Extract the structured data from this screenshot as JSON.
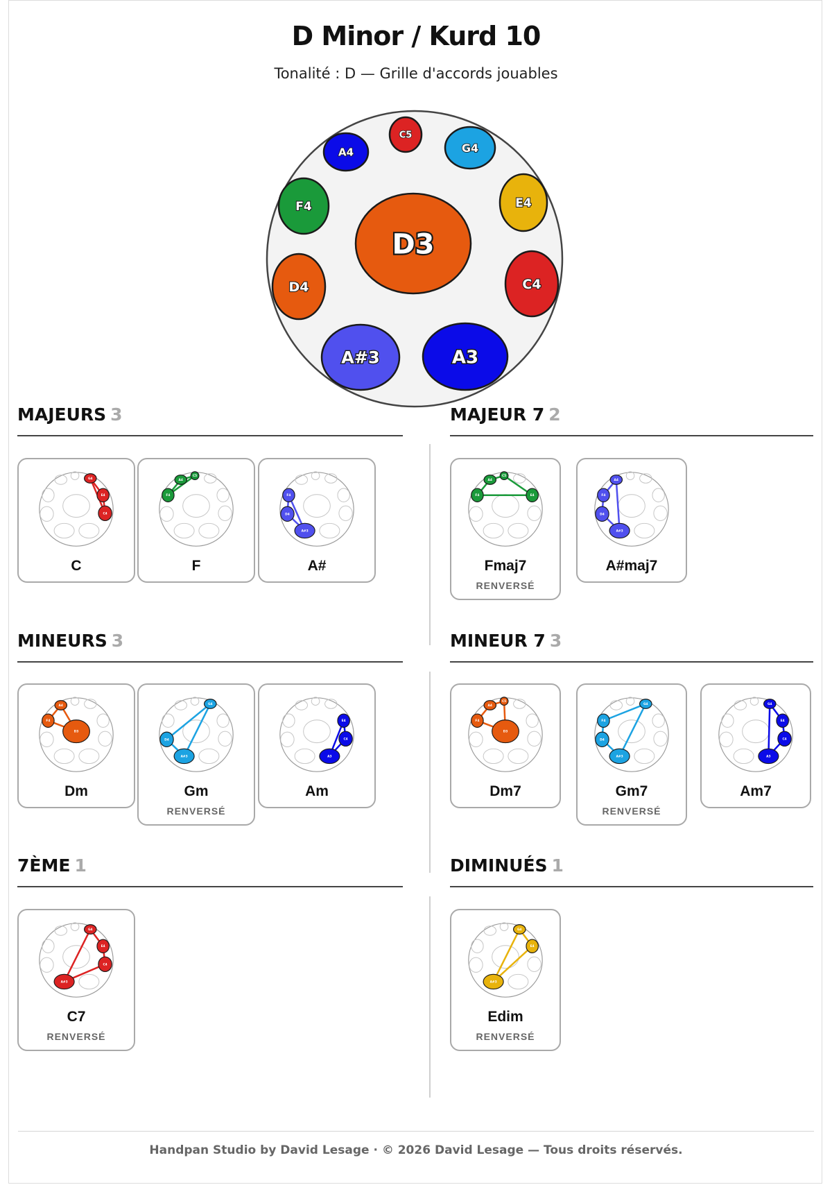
{
  "header": {
    "title": "D Minor / Kurd 10",
    "subtitle": "Tonalité : D — Grille d'accords jouables"
  },
  "instrument": {
    "notes": [
      {
        "id": "D3",
        "label": "D3",
        "color": "#e65a0f"
      },
      {
        "id": "A3",
        "label": "A3",
        "color": "#0b0be8"
      },
      {
        "id": "A#3",
        "label": "A#3",
        "color": "#5050ee"
      },
      {
        "id": "C4",
        "label": "C4",
        "color": "#dc2323"
      },
      {
        "id": "D4",
        "label": "D4",
        "color": "#e65a0f"
      },
      {
        "id": "E4",
        "label": "E4",
        "color": "#e8b30c"
      },
      {
        "id": "F4",
        "label": "F4",
        "color": "#1a9a3a"
      },
      {
        "id": "G4",
        "label": "G4",
        "color": "#1ca3e2"
      },
      {
        "id": "A4",
        "label": "A4",
        "color": "#0b0be8"
      },
      {
        "id": "C5",
        "label": "C5",
        "color": "#dc2323"
      }
    ]
  },
  "sections": [
    {
      "key": "majeurs",
      "title": "MAJEURS",
      "count": "3",
      "chords": [
        {
          "name": "C",
          "inverted": false,
          "notes": [
            "G4",
            "E4",
            "C4"
          ],
          "color": "#dc2323"
        },
        {
          "name": "F",
          "inverted": false,
          "notes": [
            "C5",
            "A4",
            "F4"
          ],
          "color": "#1a9a3a"
        },
        {
          "name": "A#",
          "inverted": false,
          "notes": [
            "F4",
            "D4",
            "A#3"
          ],
          "color": "#5050ee"
        }
      ]
    },
    {
      "key": "majeur7",
      "title": "MAJEUR 7",
      "count": "2",
      "chords": [
        {
          "name": "Fmaj7",
          "inverted": true,
          "notes": [
            "A4",
            "C5",
            "E4",
            "F4"
          ],
          "color": "#1a9a3a"
        },
        {
          "name": "A#maj7",
          "inverted": false,
          "notes": [
            "A4",
            "F4",
            "D4",
            "A#3"
          ],
          "color": "#5050ee"
        }
      ]
    },
    {
      "key": "mineurs",
      "title": "MINEURS",
      "count": "3",
      "chords": [
        {
          "name": "Dm",
          "inverted": false,
          "notes": [
            "A4",
            "F4",
            "D3"
          ],
          "color": "#e65a0f"
        },
        {
          "name": "Gm",
          "inverted": true,
          "notes": [
            "G4",
            "D4",
            "A#3"
          ],
          "color": "#1ca3e2"
        },
        {
          "name": "Am",
          "inverted": false,
          "notes": [
            "E4",
            "C4",
            "A3"
          ],
          "color": "#0b0be8"
        }
      ]
    },
    {
      "key": "mineur7",
      "title": "MINEUR 7",
      "count": "3",
      "chords": [
        {
          "name": "Dm7",
          "inverted": false,
          "notes": [
            "C5",
            "A4",
            "F4",
            "D3"
          ],
          "color": "#e65a0f"
        },
        {
          "name": "Gm7",
          "inverted": true,
          "notes": [
            "G4",
            "F4",
            "D4",
            "A#3"
          ],
          "color": "#1ca3e2"
        },
        {
          "name": "Am7",
          "inverted": false,
          "notes": [
            "G4",
            "E4",
            "C4",
            "A3"
          ],
          "color": "#0b0be8"
        }
      ]
    },
    {
      "key": "septieme",
      "title": "7ÈME",
      "count": "1",
      "chords": [
        {
          "name": "C7",
          "inverted": true,
          "notes": [
            "G4",
            "E4",
            "C4",
            "A#3"
          ],
          "color": "#dc2323"
        }
      ]
    },
    {
      "key": "diminues",
      "title": "DIMINUÉS",
      "count": "1",
      "chords": [
        {
          "name": "Edim",
          "inverted": true,
          "notes": [
            "G4",
            "E4",
            "A#3"
          ],
          "color": "#e8b30c"
        }
      ]
    }
  ],
  "inverted_label": "RENVERSÉ",
  "footer": {
    "text": "Handpan Studio by David Lesage · © 2026 David Lesage — Tous droits réservés."
  }
}
